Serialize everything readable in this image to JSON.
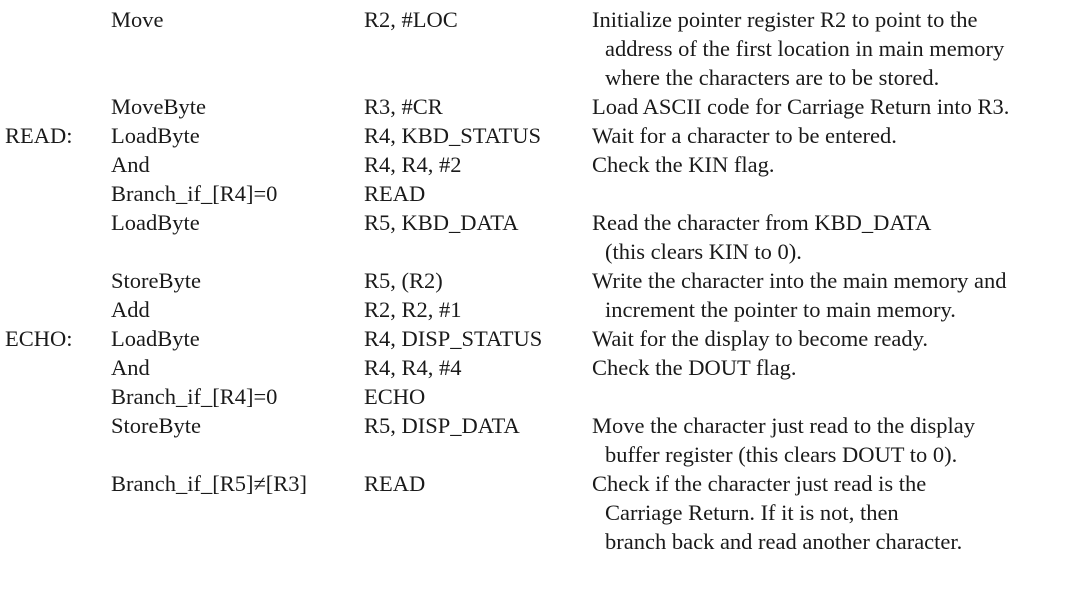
{
  "program": {
    "lines": [
      {
        "label": "",
        "op": "Move",
        "operand": "R2, #LOC",
        "comment": "Initialize pointer register R2 to point to the",
        "indent": false
      },
      {
        "label": "",
        "op": "",
        "operand": "",
        "comment": "address of the first location in main memory",
        "indent": true
      },
      {
        "label": "",
        "op": "",
        "operand": "",
        "comment": "where the characters are to be stored.",
        "indent": true
      },
      {
        "label": "",
        "op": "MoveByte",
        "operand": "R3, #CR",
        "comment": "Load ASCII code for Carriage Return into R3.",
        "indent": false
      },
      {
        "label": "READ:",
        "op": "LoadByte",
        "operand": "R4, KBD_STATUS",
        "comment": "Wait for a character to be entered.",
        "indent": false
      },
      {
        "label": "",
        "op": "And",
        "operand": "R4, R4, #2",
        "comment": "Check the KIN flag.",
        "indent": false
      },
      {
        "label": "",
        "op": "Branch_if_[R4]=0",
        "operand": "READ",
        "comment": "",
        "indent": false
      },
      {
        "label": "",
        "op": "LoadByte",
        "operand": "R5, KBD_DATA",
        "comment": "Read the character from KBD_DATA",
        "indent": false
      },
      {
        "label": "",
        "op": "",
        "operand": "",
        "comment": "(this clears KIN to 0).",
        "indent": true
      },
      {
        "label": "",
        "op": "StoreByte",
        "operand": "R5, (R2)",
        "comment": "Write the character into the main memory and",
        "indent": false
      },
      {
        "label": "",
        "op": "Add",
        "operand": "R2, R2, #1",
        "comment": "increment the pointer to main memory.",
        "indent": true
      },
      {
        "label": "ECHO:",
        "op": "LoadByte",
        "operand": "R4, DISP_STATUS",
        "comment": "Wait for the display to become ready.",
        "indent": false
      },
      {
        "label": "",
        "op": "And",
        "operand": "R4, R4, #4",
        "comment": "Check the DOUT flag.",
        "indent": false
      },
      {
        "label": "",
        "op": "Branch_if_[R4]=0",
        "operand": "ECHO",
        "comment": "",
        "indent": false
      },
      {
        "label": "",
        "op": "StoreByte",
        "operand": "R5, DISP_DATA",
        "comment": "Move the character just read to the display",
        "indent": false
      },
      {
        "label": "",
        "op": "",
        "operand": "",
        "comment": "buffer register (this clears DOUT to 0).",
        "indent": true
      },
      {
        "label": "",
        "op": "Branch_if_[R5]≠[R3]",
        "operand": "READ",
        "comment": "Check if the character just read is the",
        "indent": false
      },
      {
        "label": "",
        "op": "",
        "operand": "",
        "comment": "Carriage Return. If it is not, then",
        "indent": true
      },
      {
        "label": "",
        "op": "",
        "operand": "",
        "comment": "branch back and read another character.",
        "indent": true
      }
    ]
  }
}
